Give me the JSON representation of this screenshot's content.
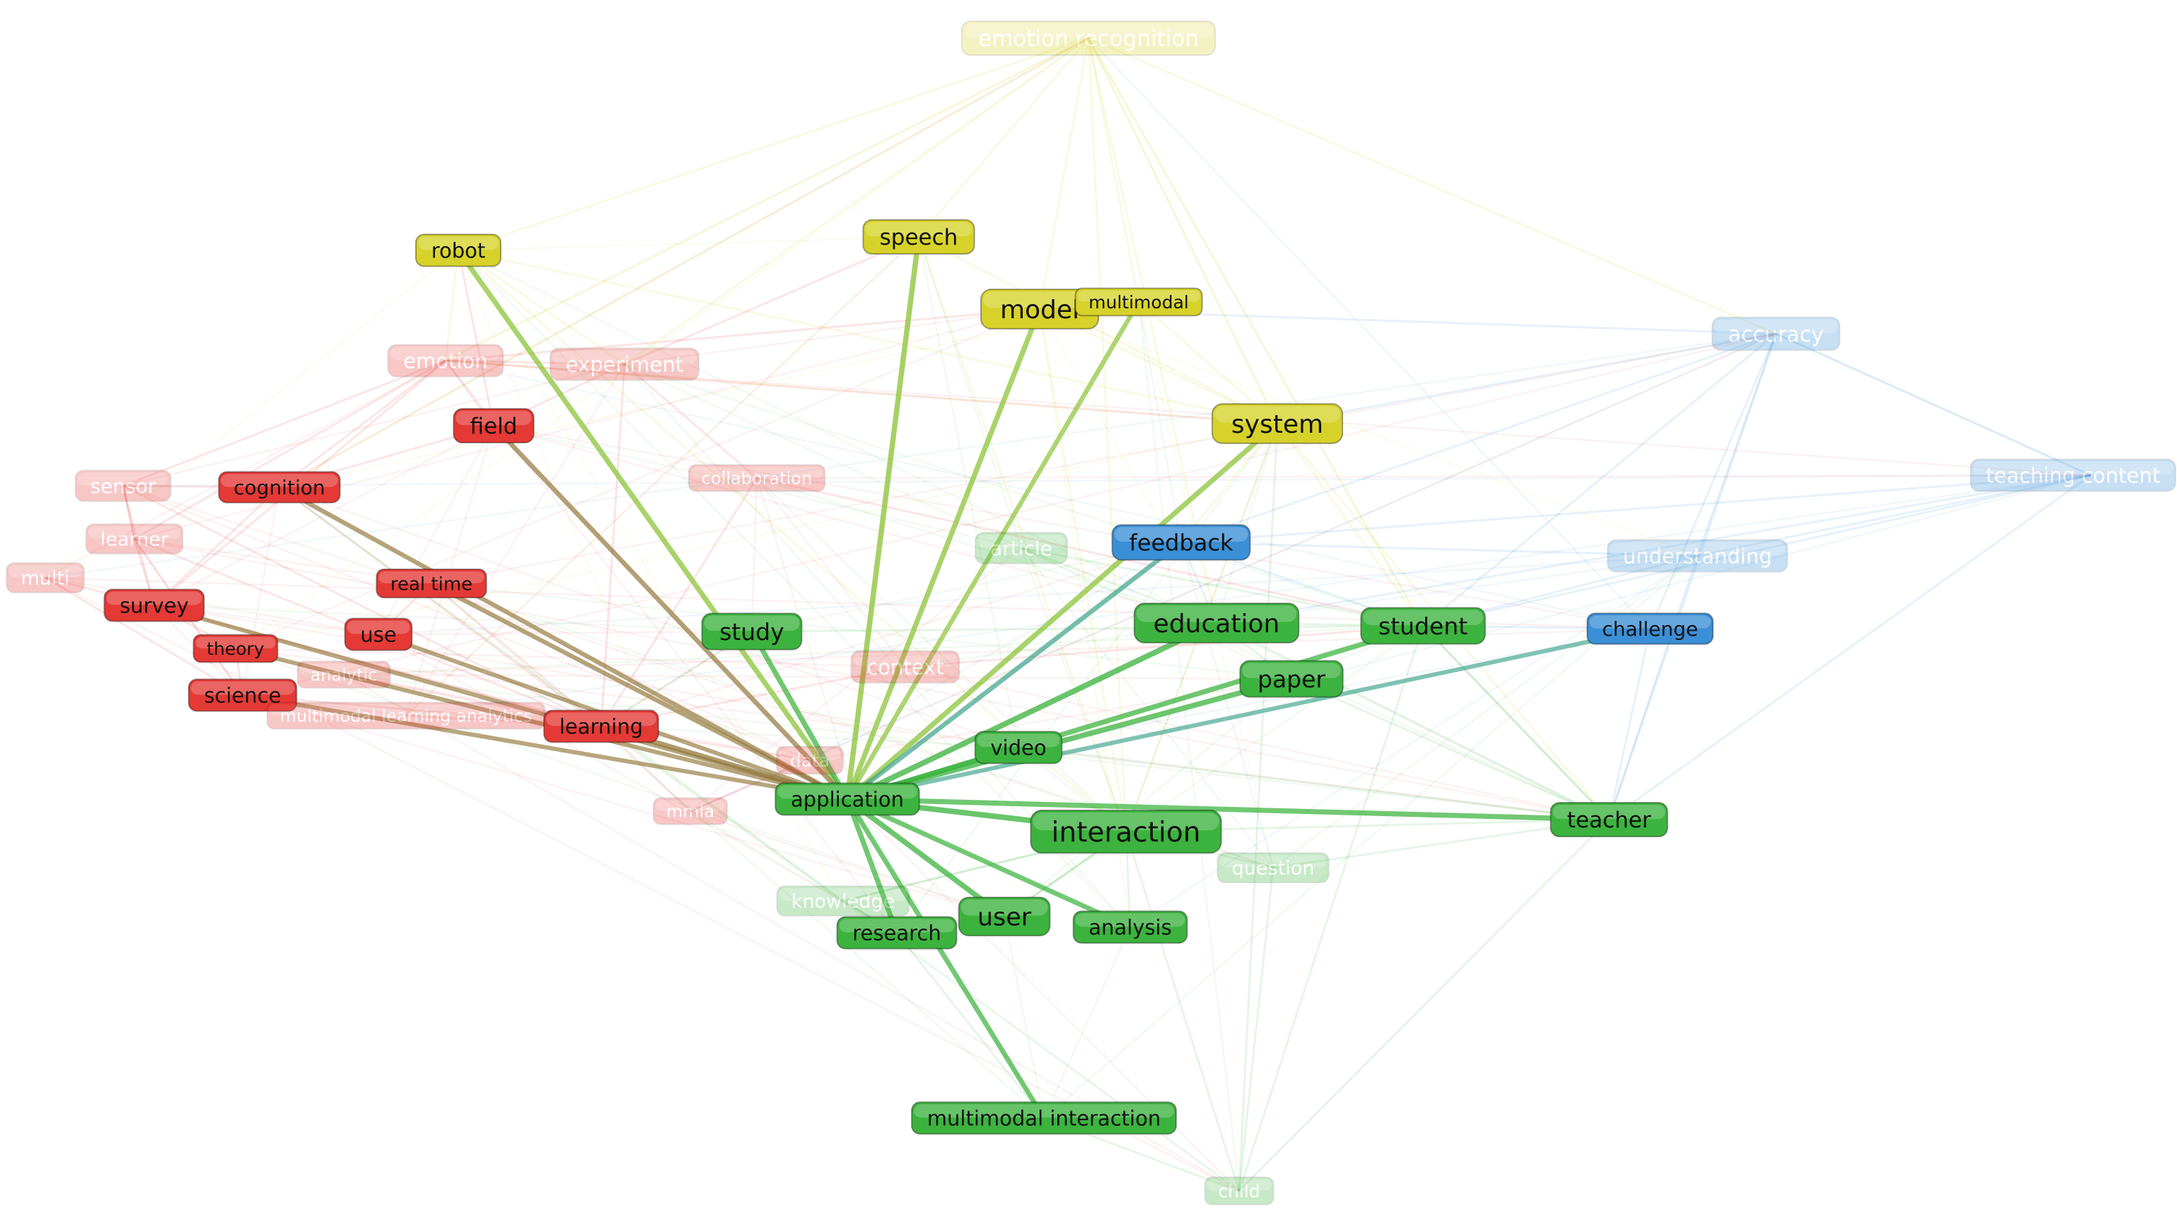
{
  "colors": {
    "red": "#e53935",
    "green": "#3cb33e",
    "yellow": "#d7d22a",
    "blue": "#3a8fd6"
  },
  "network": {
    "center_node": "application",
    "nodes": [
      {
        "id": "emotion recognition",
        "label": "emotion recognition",
        "cluster": "yellow",
        "faded": true
      },
      {
        "id": "robot",
        "label": "robot",
        "cluster": "yellow",
        "faded": false
      },
      {
        "id": "speech",
        "label": "speech",
        "cluster": "yellow",
        "faded": false
      },
      {
        "id": "model",
        "label": "model",
        "cluster": "yellow",
        "faded": false
      },
      {
        "id": "multimodal",
        "label": "multimodal",
        "cluster": "yellow",
        "faded": false
      },
      {
        "id": "system",
        "label": "system",
        "cluster": "yellow",
        "faded": false
      },
      {
        "id": "accuracy",
        "label": "accuracy",
        "cluster": "blue",
        "faded": true
      },
      {
        "id": "teaching content",
        "label": "teaching content",
        "cluster": "blue",
        "faded": true
      },
      {
        "id": "understanding",
        "label": "understanding",
        "cluster": "blue",
        "faded": true
      },
      {
        "id": "feedback",
        "label": "feedback",
        "cluster": "blue",
        "faded": false
      },
      {
        "id": "challenge",
        "label": "challenge",
        "cluster": "blue",
        "faded": false
      },
      {
        "id": "emotion",
        "label": "emotion",
        "cluster": "red",
        "faded": true
      },
      {
        "id": "experiment",
        "label": "experiment",
        "cluster": "red",
        "faded": true
      },
      {
        "id": "field",
        "label": "field",
        "cluster": "red",
        "faded": false
      },
      {
        "id": "sensor",
        "label": "sensor",
        "cluster": "red",
        "faded": true
      },
      {
        "id": "cognition",
        "label": "cognition",
        "cluster": "red",
        "faded": false
      },
      {
        "id": "collaboration",
        "label": "collaboration",
        "cluster": "red",
        "faded": true
      },
      {
        "id": "learner",
        "label": "learner",
        "cluster": "red",
        "faded": true
      },
      {
        "id": "multimodality",
        "label": "multi",
        "cluster": "red",
        "faded": true
      },
      {
        "id": "real time",
        "label": "real time",
        "cluster": "red",
        "faded": false
      },
      {
        "id": "survey",
        "label": "survey",
        "cluster": "red",
        "faded": false
      },
      {
        "id": "use",
        "label": "use",
        "cluster": "red",
        "faded": false
      },
      {
        "id": "theory",
        "label": "theory",
        "cluster": "red",
        "faded": false
      },
      {
        "id": "analytic",
        "label": "analytic",
        "cluster": "red",
        "faded": true
      },
      {
        "id": "science",
        "label": "science",
        "cluster": "red",
        "faded": false
      },
      {
        "id": "multimodal learning analytics",
        "label": "multimodal learning analytics",
        "cluster": "red",
        "faded": true
      },
      {
        "id": "learning",
        "label": "learning",
        "cluster": "red",
        "faded": false
      },
      {
        "id": "context",
        "label": "context",
        "cluster": "red",
        "faded": true
      },
      {
        "id": "data",
        "label": "data",
        "cluster": "red",
        "faded": true
      },
      {
        "id": "mmla",
        "label": "mmla",
        "cluster": "red",
        "faded": true
      },
      {
        "id": "article",
        "label": "article",
        "cluster": "green",
        "faded": true
      },
      {
        "id": "study",
        "label": "study",
        "cluster": "green",
        "faded": false
      },
      {
        "id": "education",
        "label": "education",
        "cluster": "green",
        "faded": false
      },
      {
        "id": "student",
        "label": "student",
        "cluster": "green",
        "faded": false
      },
      {
        "id": "paper",
        "label": "paper",
        "cluster": "green",
        "faded": false
      },
      {
        "id": "video",
        "label": "video",
        "cluster": "green",
        "faded": false
      },
      {
        "id": "application",
        "label": "application",
        "cluster": "green",
        "faded": false
      },
      {
        "id": "interaction",
        "label": "interaction",
        "cluster": "green",
        "faded": false
      },
      {
        "id": "teacher",
        "label": "teacher",
        "cluster": "green",
        "faded": false
      },
      {
        "id": "question",
        "label": "question",
        "cluster": "green",
        "faded": true
      },
      {
        "id": "knowledge",
        "label": "knowledge",
        "cluster": "green",
        "faded": true
      },
      {
        "id": "user",
        "label": "user",
        "cluster": "green",
        "faded": false
      },
      {
        "id": "research",
        "label": "research",
        "cluster": "green",
        "faded": false
      },
      {
        "id": "analysis",
        "label": "analysis",
        "cluster": "green",
        "faded": false
      },
      {
        "id": "multimodal interaction",
        "label": "multimodal interaction",
        "cluster": "green",
        "faded": false
      },
      {
        "id": "child",
        "label": "child",
        "cluster": "green",
        "faded": true
      }
    ],
    "strong_links": [
      {
        "target": "robot",
        "strength": 0.7
      },
      {
        "target": "speech",
        "strength": 0.75
      },
      {
        "target": "model",
        "strength": 0.7
      },
      {
        "target": "multimodal",
        "strength": 0.6
      },
      {
        "target": "system",
        "strength": 0.7
      },
      {
        "target": "feedback",
        "strength": 0.6
      },
      {
        "target": "challenge",
        "strength": 0.5
      },
      {
        "target": "field",
        "strength": 0.6
      },
      {
        "target": "cognition",
        "strength": 0.55
      },
      {
        "target": "real time",
        "strength": 0.55
      },
      {
        "target": "survey",
        "strength": 0.5
      },
      {
        "target": "use",
        "strength": 0.5
      },
      {
        "target": "theory",
        "strength": 0.5
      },
      {
        "target": "science",
        "strength": 0.5
      },
      {
        "target": "learning",
        "strength": 0.7
      },
      {
        "target": "study",
        "strength": 0.7
      },
      {
        "target": "education",
        "strength": 0.8
      },
      {
        "target": "student",
        "strength": 0.7
      },
      {
        "target": "paper",
        "strength": 0.75
      },
      {
        "target": "video",
        "strength": 0.7
      },
      {
        "target": "interaction",
        "strength": 0.8
      },
      {
        "target": "teacher",
        "strength": 0.7
      },
      {
        "target": "user",
        "strength": 0.75
      },
      {
        "target": "research",
        "strength": 0.7
      },
      {
        "target": "analysis",
        "strength": 0.65
      },
      {
        "target": "multimodal interaction",
        "strength": 0.65
      }
    ],
    "faint_links": [
      [
        "emotion recognition",
        "robot"
      ],
      [
        "emotion recognition",
        "speech"
      ],
      [
        "emotion recognition",
        "model"
      ],
      [
        "emotion recognition",
        "multimodal"
      ],
      [
        "emotion recognition",
        "system"
      ],
      [
        "emotion recognition",
        "accuracy"
      ],
      [
        "emotion recognition",
        "emotion"
      ],
      [
        "emotion recognition",
        "experiment"
      ],
      [
        "emotion recognition",
        "student"
      ],
      [
        "emotion recognition",
        "education"
      ],
      [
        "emotion recognition",
        "interaction"
      ],
      [
        "emotion recognition",
        "cognition"
      ],
      [
        "accuracy",
        "teaching content"
      ],
      [
        "accuracy",
        "understanding"
      ],
      [
        "accuracy",
        "student"
      ],
      [
        "accuracy",
        "teacher"
      ],
      [
        "accuracy",
        "system"
      ],
      [
        "accuracy",
        "model"
      ],
      [
        "accuracy",
        "feedback"
      ],
      [
        "accuracy",
        "challenge"
      ],
      [
        "teaching content",
        "understanding"
      ],
      [
        "teaching content",
        "student"
      ],
      [
        "teaching content",
        "teacher"
      ],
      [
        "teaching content",
        "education"
      ],
      [
        "teaching content",
        "feedback"
      ],
      [
        "understanding",
        "student"
      ],
      [
        "understanding",
        "teacher"
      ],
      [
        "understanding",
        "feedback"
      ],
      [
        "challenge",
        "teacher"
      ],
      [
        "challenge",
        "student"
      ],
      [
        "emotion",
        "sensor"
      ],
      [
        "emotion",
        "learner"
      ],
      [
        "emotion",
        "cognition"
      ],
      [
        "emotion",
        "field"
      ],
      [
        "emotion",
        "experiment"
      ],
      [
        "emotion",
        "survey"
      ],
      [
        "emotion",
        "model"
      ],
      [
        "emotion",
        "system"
      ],
      [
        "experiment",
        "field"
      ],
      [
        "experiment",
        "collaboration"
      ],
      [
        "experiment",
        "learning"
      ],
      [
        "experiment",
        "speech"
      ],
      [
        "sensor",
        "cognition"
      ],
      [
        "sensor",
        "learner"
      ],
      [
        "sensor",
        "survey"
      ],
      [
        "sensor",
        "learning"
      ],
      [
        "learner",
        "survey"
      ],
      [
        "learner",
        "science"
      ],
      [
        "learner",
        "learning"
      ],
      [
        "multimodality",
        "survey"
      ],
      [
        "multimodality",
        "science"
      ],
      [
        "cognition",
        "field"
      ],
      [
        "cognition",
        "survey"
      ],
      [
        "cognition",
        "learning"
      ],
      [
        "real time",
        "learning"
      ],
      [
        "real time",
        "use"
      ],
      [
        "survey",
        "theory"
      ],
      [
        "survey",
        "learning"
      ],
      [
        "theory",
        "science"
      ],
      [
        "science",
        "learning"
      ],
      [
        "analytic",
        "learning"
      ],
      [
        "multimodal learning analytics",
        "learning"
      ],
      [
        "collaboration",
        "learning"
      ],
      [
        "collaboration",
        "student"
      ],
      [
        "context",
        "learning"
      ],
      [
        "context",
        "student"
      ],
      [
        "data",
        "learning"
      ],
      [
        "mmla",
        "learning"
      ],
      [
        "mmla",
        "data"
      ],
      [
        "field",
        "robot"
      ],
      [
        "robot",
        "emotion"
      ],
      [
        "robot",
        "experiment"
      ],
      [
        "robot",
        "system"
      ],
      [
        "robot",
        "interaction"
      ],
      [
        "speech",
        "system"
      ],
      [
        "speech",
        "interaction"
      ],
      [
        "model",
        "system"
      ],
      [
        "model",
        "interaction"
      ],
      [
        "multimodal",
        "system"
      ],
      [
        "system",
        "interaction"
      ],
      [
        "system",
        "student"
      ],
      [
        "system",
        "teacher"
      ],
      [
        "system",
        "feedback"
      ],
      [
        "article",
        "education"
      ],
      [
        "article",
        "student"
      ],
      [
        "study",
        "learning"
      ],
      [
        "study",
        "student"
      ],
      [
        "education",
        "student"
      ],
      [
        "education",
        "teacher"
      ],
      [
        "education",
        "paper"
      ],
      [
        "student",
        "teacher"
      ],
      [
        "paper",
        "teacher"
      ],
      [
        "video",
        "teacher"
      ],
      [
        "interaction",
        "teacher"
      ],
      [
        "interaction",
        "question"
      ],
      [
        "interaction",
        "user"
      ],
      [
        "question",
        "teacher"
      ],
      [
        "knowledge",
        "research"
      ],
      [
        "knowledge",
        "interaction"
      ],
      [
        "user",
        "interaction"
      ],
      [
        "research",
        "multimodal interaction"
      ],
      [
        "analysis",
        "interaction"
      ],
      [
        "multimodal interaction",
        "child"
      ],
      [
        "child",
        "interaction"
      ],
      [
        "child",
        "teacher"
      ],
      [
        "child",
        "system"
      ],
      [
        "child",
        "student"
      ],
      [
        "child",
        "question"
      ],
      [
        "teacher",
        "student"
      ],
      [
        "feedback",
        "student"
      ],
      [
        "feedback",
        "education"
      ]
    ]
  }
}
